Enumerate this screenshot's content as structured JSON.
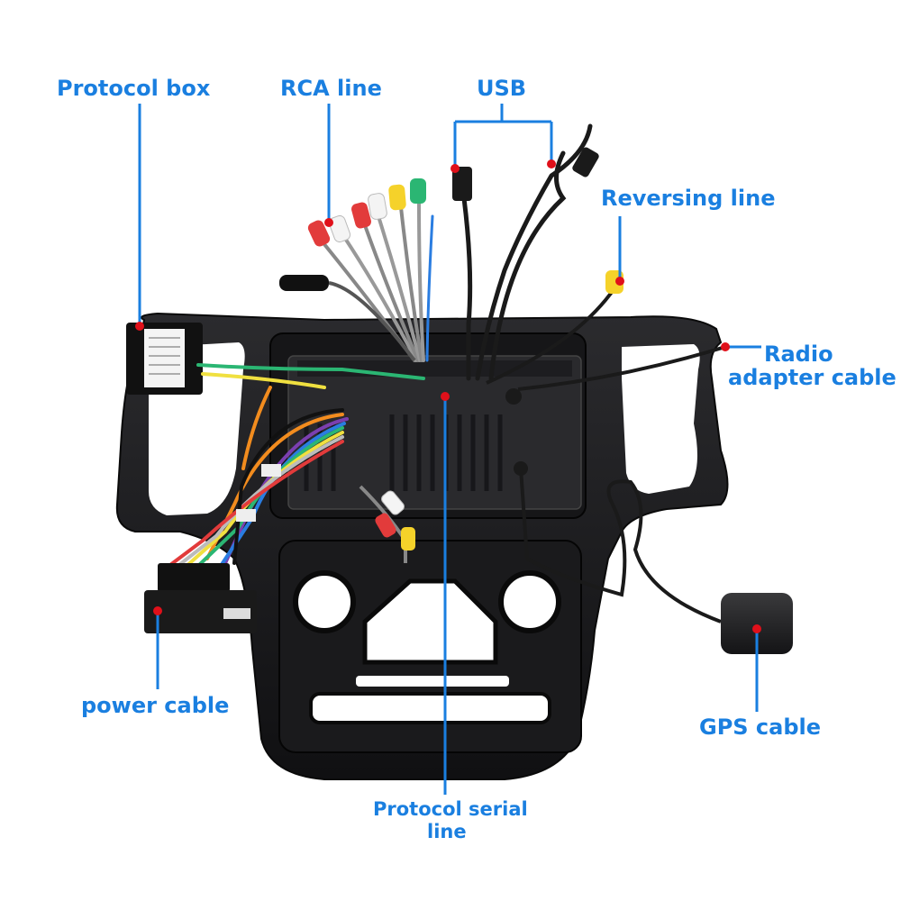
{
  "colors": {
    "accent": "#1a7fe0",
    "marker": "#e0101a",
    "frame": "#1c1c1e",
    "background": "#ffffff"
  },
  "labels": {
    "protocol_box": "Protocol box",
    "rca_line": "RCA line",
    "usb": "USB",
    "reversing_line": "Reversing line",
    "radio_adapter_line1": "Radio",
    "radio_adapter_line2": "adapter cable",
    "power_cable": "power cable",
    "gps_cable": "GPS cable",
    "protocol_serial_line1": "Protocol serial",
    "protocol_serial_line2": "line"
  }
}
